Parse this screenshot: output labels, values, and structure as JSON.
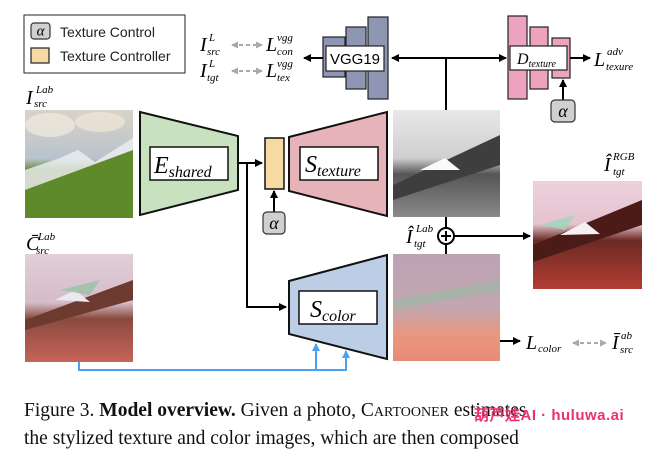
{
  "legend": {
    "items": [
      {
        "symbol": "α",
        "label": "Texture Control"
      },
      {
        "label": "Texture Controller"
      }
    ]
  },
  "modules": {
    "encoder": {
      "main": "E",
      "sub": "shared"
    },
    "texture_decoder": {
      "main": "S",
      "sub": "texture"
    },
    "color_decoder": {
      "main": "S",
      "sub": "color"
    },
    "vgg": {
      "label": "VGG19"
    },
    "discriminator": {
      "main": "D",
      "sub": "texture"
    },
    "alpha": "α"
  },
  "variables": {
    "i_src_lab": {
      "main": "I",
      "sup": "Lab",
      "sub": "src"
    },
    "c_src_lab": {
      "main": "C̄",
      "sup": "Lab",
      "sub": "src"
    },
    "i_src_l": {
      "main": "I",
      "sup": "L",
      "sub": "src"
    },
    "i_tgt_l": {
      "main": "I",
      "sup": "L",
      "sub": "tgt"
    },
    "l_con_vgg": {
      "main": "L",
      "sup": "vgg",
      "sub": "con"
    },
    "l_tex_vgg": {
      "main": "L",
      "sup": "vgg",
      "sub": "tex"
    },
    "l_texure_adv": {
      "main": "L",
      "sup": "adv",
      "sub": "texure"
    },
    "i_tgt_lab_hat": {
      "main": "Î",
      "sup": "Lab",
      "sub": "tgt"
    },
    "i_tgt_rgb_hat": {
      "main": "Î",
      "sup": "RGB",
      "sub": "tgt"
    },
    "l_color": {
      "main": "L",
      "sub": "color"
    },
    "i_src_ab_bar": {
      "main": "Ī",
      "sup": "ab",
      "sub": "src"
    }
  },
  "colors": {
    "encoder": "#c8e2c0",
    "texture_decoder": "#e5b3b8",
    "color_decoder": "#bccde6",
    "vgg": "#8f96b4",
    "discriminator": "#eda3bd",
    "controller": "#f7d9a4",
    "alpha_box": "#d0d0d0",
    "skip_arrow": "#4aa3f0",
    "loss_arrow": "#a9a9a9"
  },
  "caption": {
    "prefix": "Figure 3. ",
    "bold": "Model overview.",
    "line1_rest_a": " Given a photo, C",
    "line1_smallcaps": "artooner",
    "line1_rest_b": " estimates",
    "line2": "the stylized texture and color images, which are then composed"
  },
  "watermark": "葫芦娃AI · huluwa.ai"
}
